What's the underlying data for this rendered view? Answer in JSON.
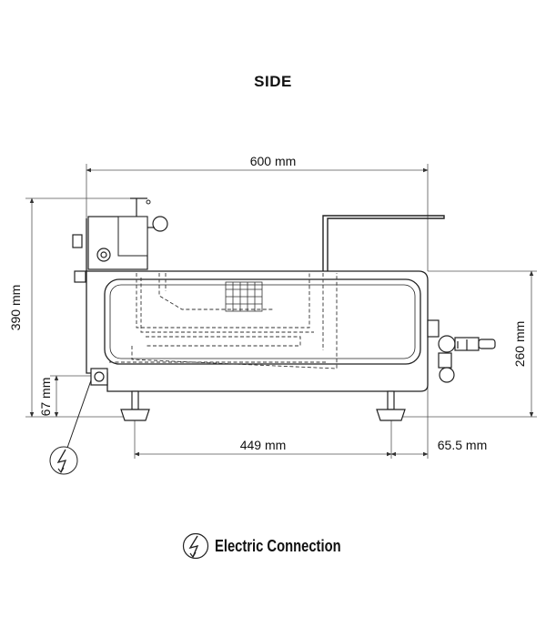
{
  "title": "SIDE",
  "dimensions": {
    "width_total": "600 mm",
    "height_total": "390 mm",
    "height_right": "260 mm",
    "height_foot": "67 mm",
    "foot_spacing": "449 mm",
    "foot_offset": "65.5 mm"
  },
  "legend": {
    "icon": "electric-connection-icon",
    "label": "Electric Connection"
  },
  "colors": {
    "line": "#222222",
    "dim": "#555555"
  }
}
